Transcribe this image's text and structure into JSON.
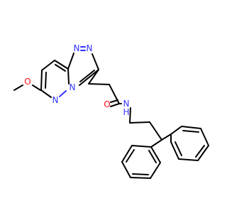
{
  "colors": {
    "carbon_bond": "#000000",
    "nitrogen": "#3333ff",
    "oxygen": "#ff0d0d",
    "background": "#ffffff"
  },
  "atoms": {
    "methoxy_o": "O",
    "n_pyridazine": "N",
    "n_bridge": "N",
    "n_triazole_1": "N",
    "n_triazole_2": "N",
    "amide_o": "O",
    "amide_n": "N",
    "amide_h": "H"
  }
}
